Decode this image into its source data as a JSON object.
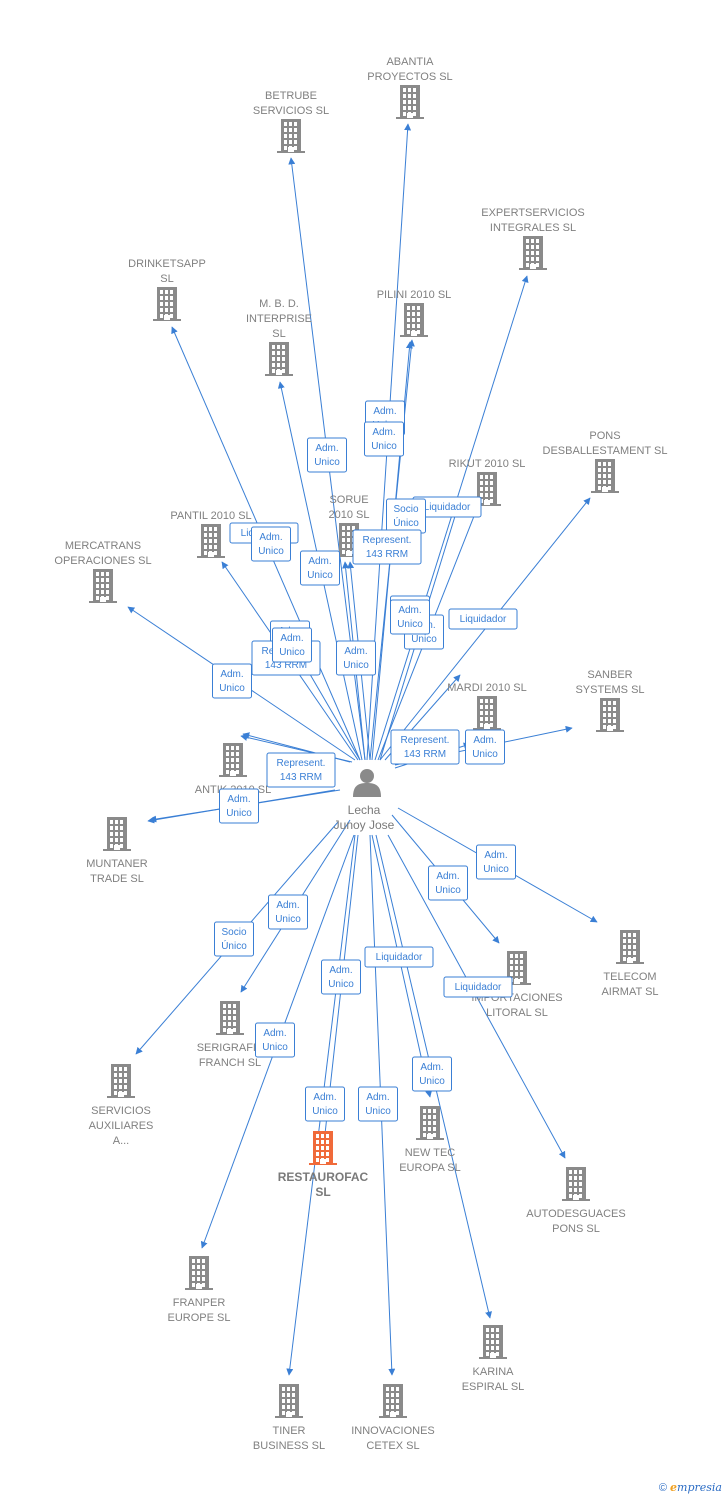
{
  "person": {
    "name_line1": "Lecha",
    "name_line2": "Junoy Jose"
  },
  "colors": {
    "edge": "#3a7fd5",
    "building": "#8a8a8a",
    "focus_building": "#f06a3a"
  },
  "companies": [
    {
      "id": "abantia",
      "lines": [
        "ABANTIA",
        "PROYECTOS SL"
      ]
    },
    {
      "id": "betrube",
      "lines": [
        "BETRUBE",
        "SERVICIOS SL"
      ]
    },
    {
      "id": "expertservicios",
      "lines": [
        "EXPERTSERVICIOS",
        "INTEGRALES SL"
      ]
    },
    {
      "id": "drinketsapp",
      "lines": [
        "DRINKETSAPP",
        "SL"
      ]
    },
    {
      "id": "mbd",
      "lines": [
        "M.  B.  D.",
        "INTERPRISE",
        "SL"
      ]
    },
    {
      "id": "pilini",
      "lines": [
        "PILINI 2010 SL"
      ]
    },
    {
      "id": "pons-desb",
      "lines": [
        "PONS",
        "DESBALLESTAMENT SL"
      ]
    },
    {
      "id": "rikut",
      "lines": [
        "RIKUT 2010 SL"
      ]
    },
    {
      "id": "sorue",
      "lines": [
        "SORUE",
        "2010 SL"
      ]
    },
    {
      "id": "pantil",
      "lines": [
        "PANTIL 2010 SL"
      ]
    },
    {
      "id": "mercatrans",
      "lines": [
        "MERCATRANS",
        "OPERACIONES SL"
      ]
    },
    {
      "id": "mardi",
      "lines": [
        "MARDI 2010 SL"
      ]
    },
    {
      "id": "sanber",
      "lines": [
        "SANBER",
        "SYSTEMS SL"
      ]
    },
    {
      "id": "antik",
      "lines": [
        "ANTIK 2010 SL"
      ]
    },
    {
      "id": "muntaner",
      "lines": [
        "MUNTANER",
        "TRADE SL"
      ]
    },
    {
      "id": "telecom",
      "lines": [
        "TELECOM",
        "AIRMAT  SL"
      ]
    },
    {
      "id": "importaciones",
      "lines": [
        "IMPORTACIONES",
        "LITORAL  SL"
      ]
    },
    {
      "id": "serigrafia",
      "lines": [
        "SERIGRAFIA",
        "FRANCH SL"
      ]
    },
    {
      "id": "servicios-aux",
      "lines": [
        "SERVICIOS",
        "AUXILIARES",
        "A..."
      ]
    },
    {
      "id": "restaurofac",
      "lines": [
        "RESTAUROFAC",
        "SL"
      ],
      "focus": true
    },
    {
      "id": "newtec",
      "lines": [
        "NEW TEC",
        "EUROPA SL"
      ]
    },
    {
      "id": "autodesguaces",
      "lines": [
        "AUTODESGUACES",
        "PONS SL"
      ]
    },
    {
      "id": "franper",
      "lines": [
        "FRANPER",
        "EUROPE SL"
      ]
    },
    {
      "id": "karina",
      "lines": [
        "KARINA",
        "ESPIRAL  SL"
      ]
    },
    {
      "id": "tiner",
      "lines": [
        "TINER",
        "BUSINESS SL"
      ]
    },
    {
      "id": "innovaciones",
      "lines": [
        "INNOVACIONES",
        "CETEX SL"
      ]
    }
  ],
  "edges": [
    {
      "to": "abantia",
      "label": [
        "Adm.",
        "Unico"
      ]
    },
    {
      "to": "betrube",
      "label": [
        "Adm.",
        "Unico"
      ]
    },
    {
      "to": "expertservicios",
      "label": [
        "Liquidador"
      ]
    },
    {
      "to": "drinketsapp",
      "label": [
        "Liquidador"
      ]
    },
    {
      "to": "mbd",
      "label": [
        "Adm.",
        "Unico"
      ]
    },
    {
      "to": "pilini",
      "label": [
        "Adm.",
        "Unico"
      ]
    },
    {
      "to": "pilini",
      "label": [
        "Socio",
        "Único"
      ]
    },
    {
      "to": "pons-desb",
      "label": [
        "Liquidador"
      ]
    },
    {
      "to": "rikut",
      "label": [
        "Adm.",
        "Unico"
      ]
    },
    {
      "to": "sorue",
      "label": [
        "Represent.",
        "143 RRM"
      ]
    },
    {
      "to": "sorue",
      "label": [
        "Adm.",
        "Unico"
      ]
    },
    {
      "to": "pantil",
      "label": [
        "Adm.",
        "Unico"
      ]
    },
    {
      "to": "mercatrans",
      "label": [
        "Adm.",
        "Unico"
      ]
    },
    {
      "to": "mardi",
      "label": [
        "Adm.",
        "Unico"
      ]
    },
    {
      "to": "sanber",
      "label": [
        "Adm.",
        "Unico"
      ]
    },
    {
      "to": "antik",
      "label": [
        "Represent.",
        "143 RRM"
      ]
    },
    {
      "to": "antik",
      "label": [
        "Adm.",
        "Unico"
      ]
    },
    {
      "to": "muntaner",
      "label": [
        "Adm.",
        "Unico"
      ]
    },
    {
      "to": "muntaner",
      "label": [
        "Represent.",
        "143 RRM"
      ]
    },
    {
      "to": "mardi",
      "label": [
        "Represent.",
        "143 RRM"
      ]
    },
    {
      "to": "telecom",
      "label": [
        "Adm.",
        "Unico"
      ]
    },
    {
      "to": "importaciones",
      "label": [
        "Adm.",
        "Unico"
      ]
    },
    {
      "to": "serigrafia",
      "label": [
        "Adm.",
        "Unico"
      ]
    },
    {
      "to": "servicios-aux",
      "label": [
        "Socio",
        "Único"
      ]
    },
    {
      "to": "restaurofac",
      "label": [
        "Adm.",
        "Unico"
      ]
    },
    {
      "to": "newtec",
      "label": [
        "Liquidador"
      ]
    },
    {
      "to": "autodesguaces",
      "label": [
        "Liquidador"
      ]
    },
    {
      "to": "franper",
      "label": [
        "Adm.",
        "Unico"
      ]
    },
    {
      "to": "karina",
      "label": [
        "Adm.",
        "Unico"
      ]
    },
    {
      "to": "tiner",
      "label": [
        "Adm.",
        "Unico"
      ]
    },
    {
      "to": "innovaciones",
      "label": [
        "Adm.",
        "Unico"
      ]
    },
    {
      "to": "pantil",
      "label": [
        "Adm.",
        "Unico"
      ]
    },
    {
      "to": "rikut",
      "label": [
        "Adm.",
        "Unico"
      ]
    }
  ],
  "copyright": {
    "symbol": "©",
    "brand_initial": "e",
    "brand_rest": "mpresia"
  }
}
